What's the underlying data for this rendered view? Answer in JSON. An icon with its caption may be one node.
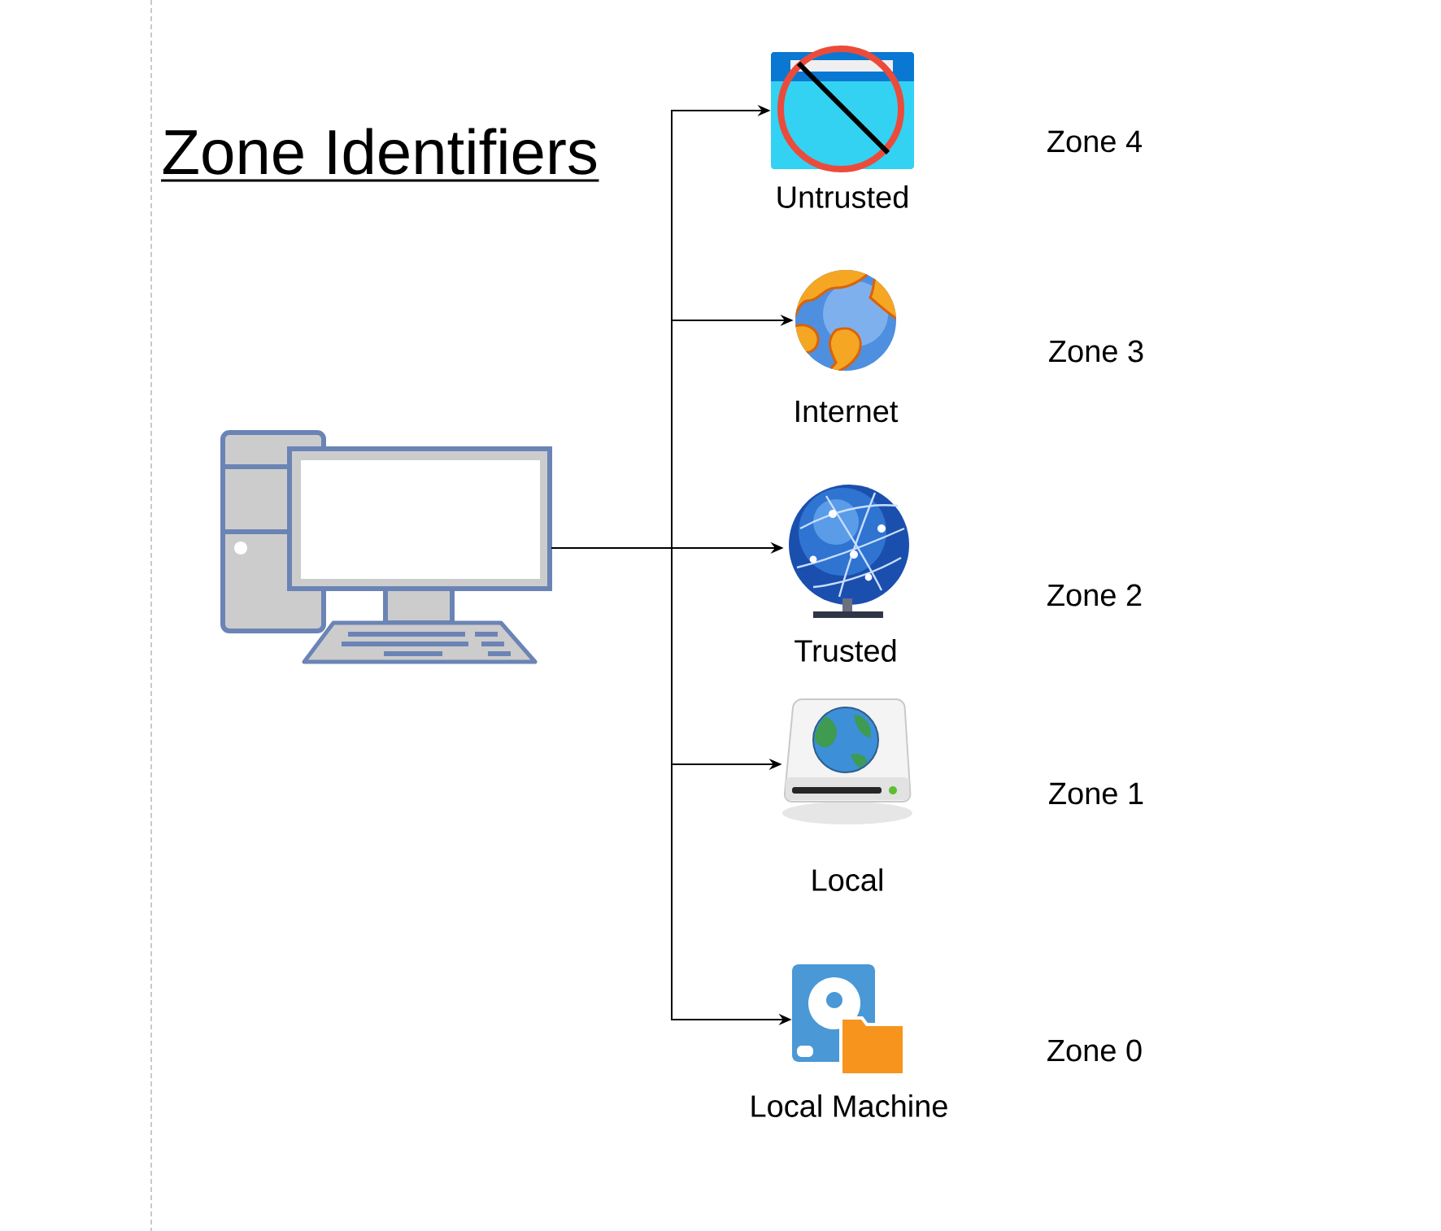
{
  "diagram": {
    "title": "Zone Identifiers",
    "nodes": [
      {
        "text": [],
        "shape": "picture"
      },
      {
        "text": [
          "Untrusted"
        ]
      },
      {
        "text": [
          "Internet"
        ]
      },
      {
        "text": [
          "Trusted"
        ]
      },
      {
        "text": [
          "Local"
        ]
      },
      {
        "text": [
          "Local Machine"
        ]
      }
    ],
    "edges": [
      {
        "from": 0,
        "to": 1,
        "arrow": "to"
      },
      {
        "from": 0,
        "to": 2,
        "arrow": "to"
      },
      {
        "from": 0,
        "to": 3,
        "arrow": "to"
      },
      {
        "from": 0,
        "to": 4,
        "arrow": "to"
      },
      {
        "from": 0,
        "to": 5,
        "arrow": "to"
      }
    ],
    "labels": [
      "Zone 4",
      "Zone 3",
      "Zone 2",
      "Zone 1",
      "Zone 0"
    ]
  }
}
